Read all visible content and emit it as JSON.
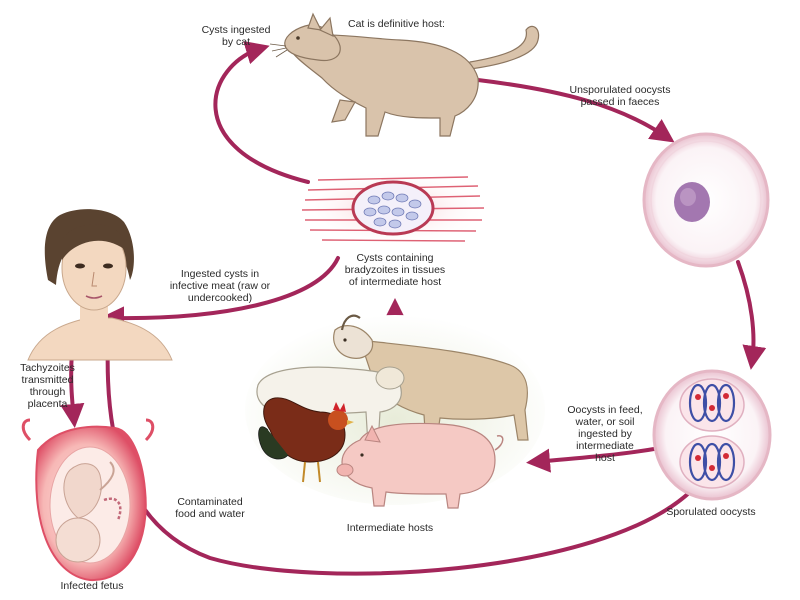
{
  "labels": {
    "cysts_ingested_by_cat": "Cysts ingested\nby cat",
    "cat_definitive_host": "Cat is definitive host:",
    "unsporulated_oocysts": "Unsporulated oocysts\npassed in faeces",
    "cysts_in_tissues": "Cysts containing\nbradyzoites in tissues\nof intermediate host",
    "ingested_cysts_meat": "Ingested cysts in\ninfective meat (raw or\nundercooked)",
    "tachyzoites_transmitted": "Tachyzoites\ntransmitted\nthrough\nplacenta",
    "oocysts_in_feed": "Oocysts in feed,\nwater, or soil\ningested by\nintermediate\nhost",
    "contaminated_food": "Contaminated\nfood and water",
    "intermediate_hosts": "Intermediate hosts",
    "sporulated_oocysts": "Sporulated oocysts",
    "infected_fetus": "Infected fetus"
  },
  "colors": {
    "arrow": "#a3265a",
    "skin": "#f3d8c0",
    "hair": "#5a4330",
    "cat": "#d9c3ab",
    "uterus": "#e15a70",
    "oocyst_wall": "#e9c3cf",
    "zygote": "#a377b0",
    "tissue": "#d9475d",
    "sporocyst": "#3e4fa6"
  }
}
